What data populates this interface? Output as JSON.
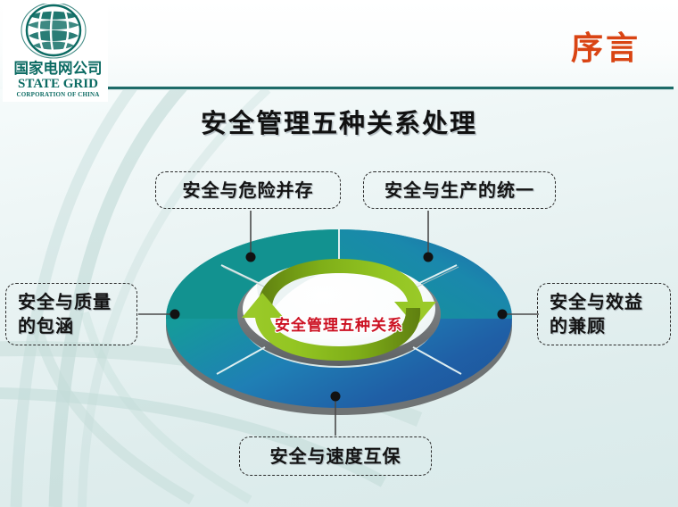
{
  "slide": {
    "kicker": "序言",
    "title": "安全管理五种关系处理"
  },
  "logo": {
    "name_cn": "国家电网公司",
    "name_en": "STATE GRID",
    "name_en_sub": "CORPORATION OF CHINA",
    "mark_label": "state-grid-globe-logo"
  },
  "diagram": {
    "center_label": "安全管理五种关系",
    "nodes": [
      {
        "id": "top-left",
        "label": "安全与危险并存"
      },
      {
        "id": "top-right",
        "label": "安全与生产的统一"
      },
      {
        "id": "left",
        "label": "安全与质量\n的包涵"
      },
      {
        "id": "right",
        "label": "安全与效益\n的兼顾"
      },
      {
        "id": "bottom",
        "label": "安全与速度互保"
      }
    ]
  },
  "colors": {
    "accent_red": "#d94413",
    "brand_teal": "#0c6b63",
    "rule_teal": "#1d6b68",
    "center_text_red": "#cc1122",
    "ring_teal": "#179a9a",
    "ring_blue": "#1a5fa8",
    "ring_shadow_gray": "#6f7374",
    "arrow_green_light": "#8fc220",
    "arrow_green_dark": "#6f8f14",
    "background_top": "#ffffff",
    "background_bottom": "#d9eaea"
  }
}
